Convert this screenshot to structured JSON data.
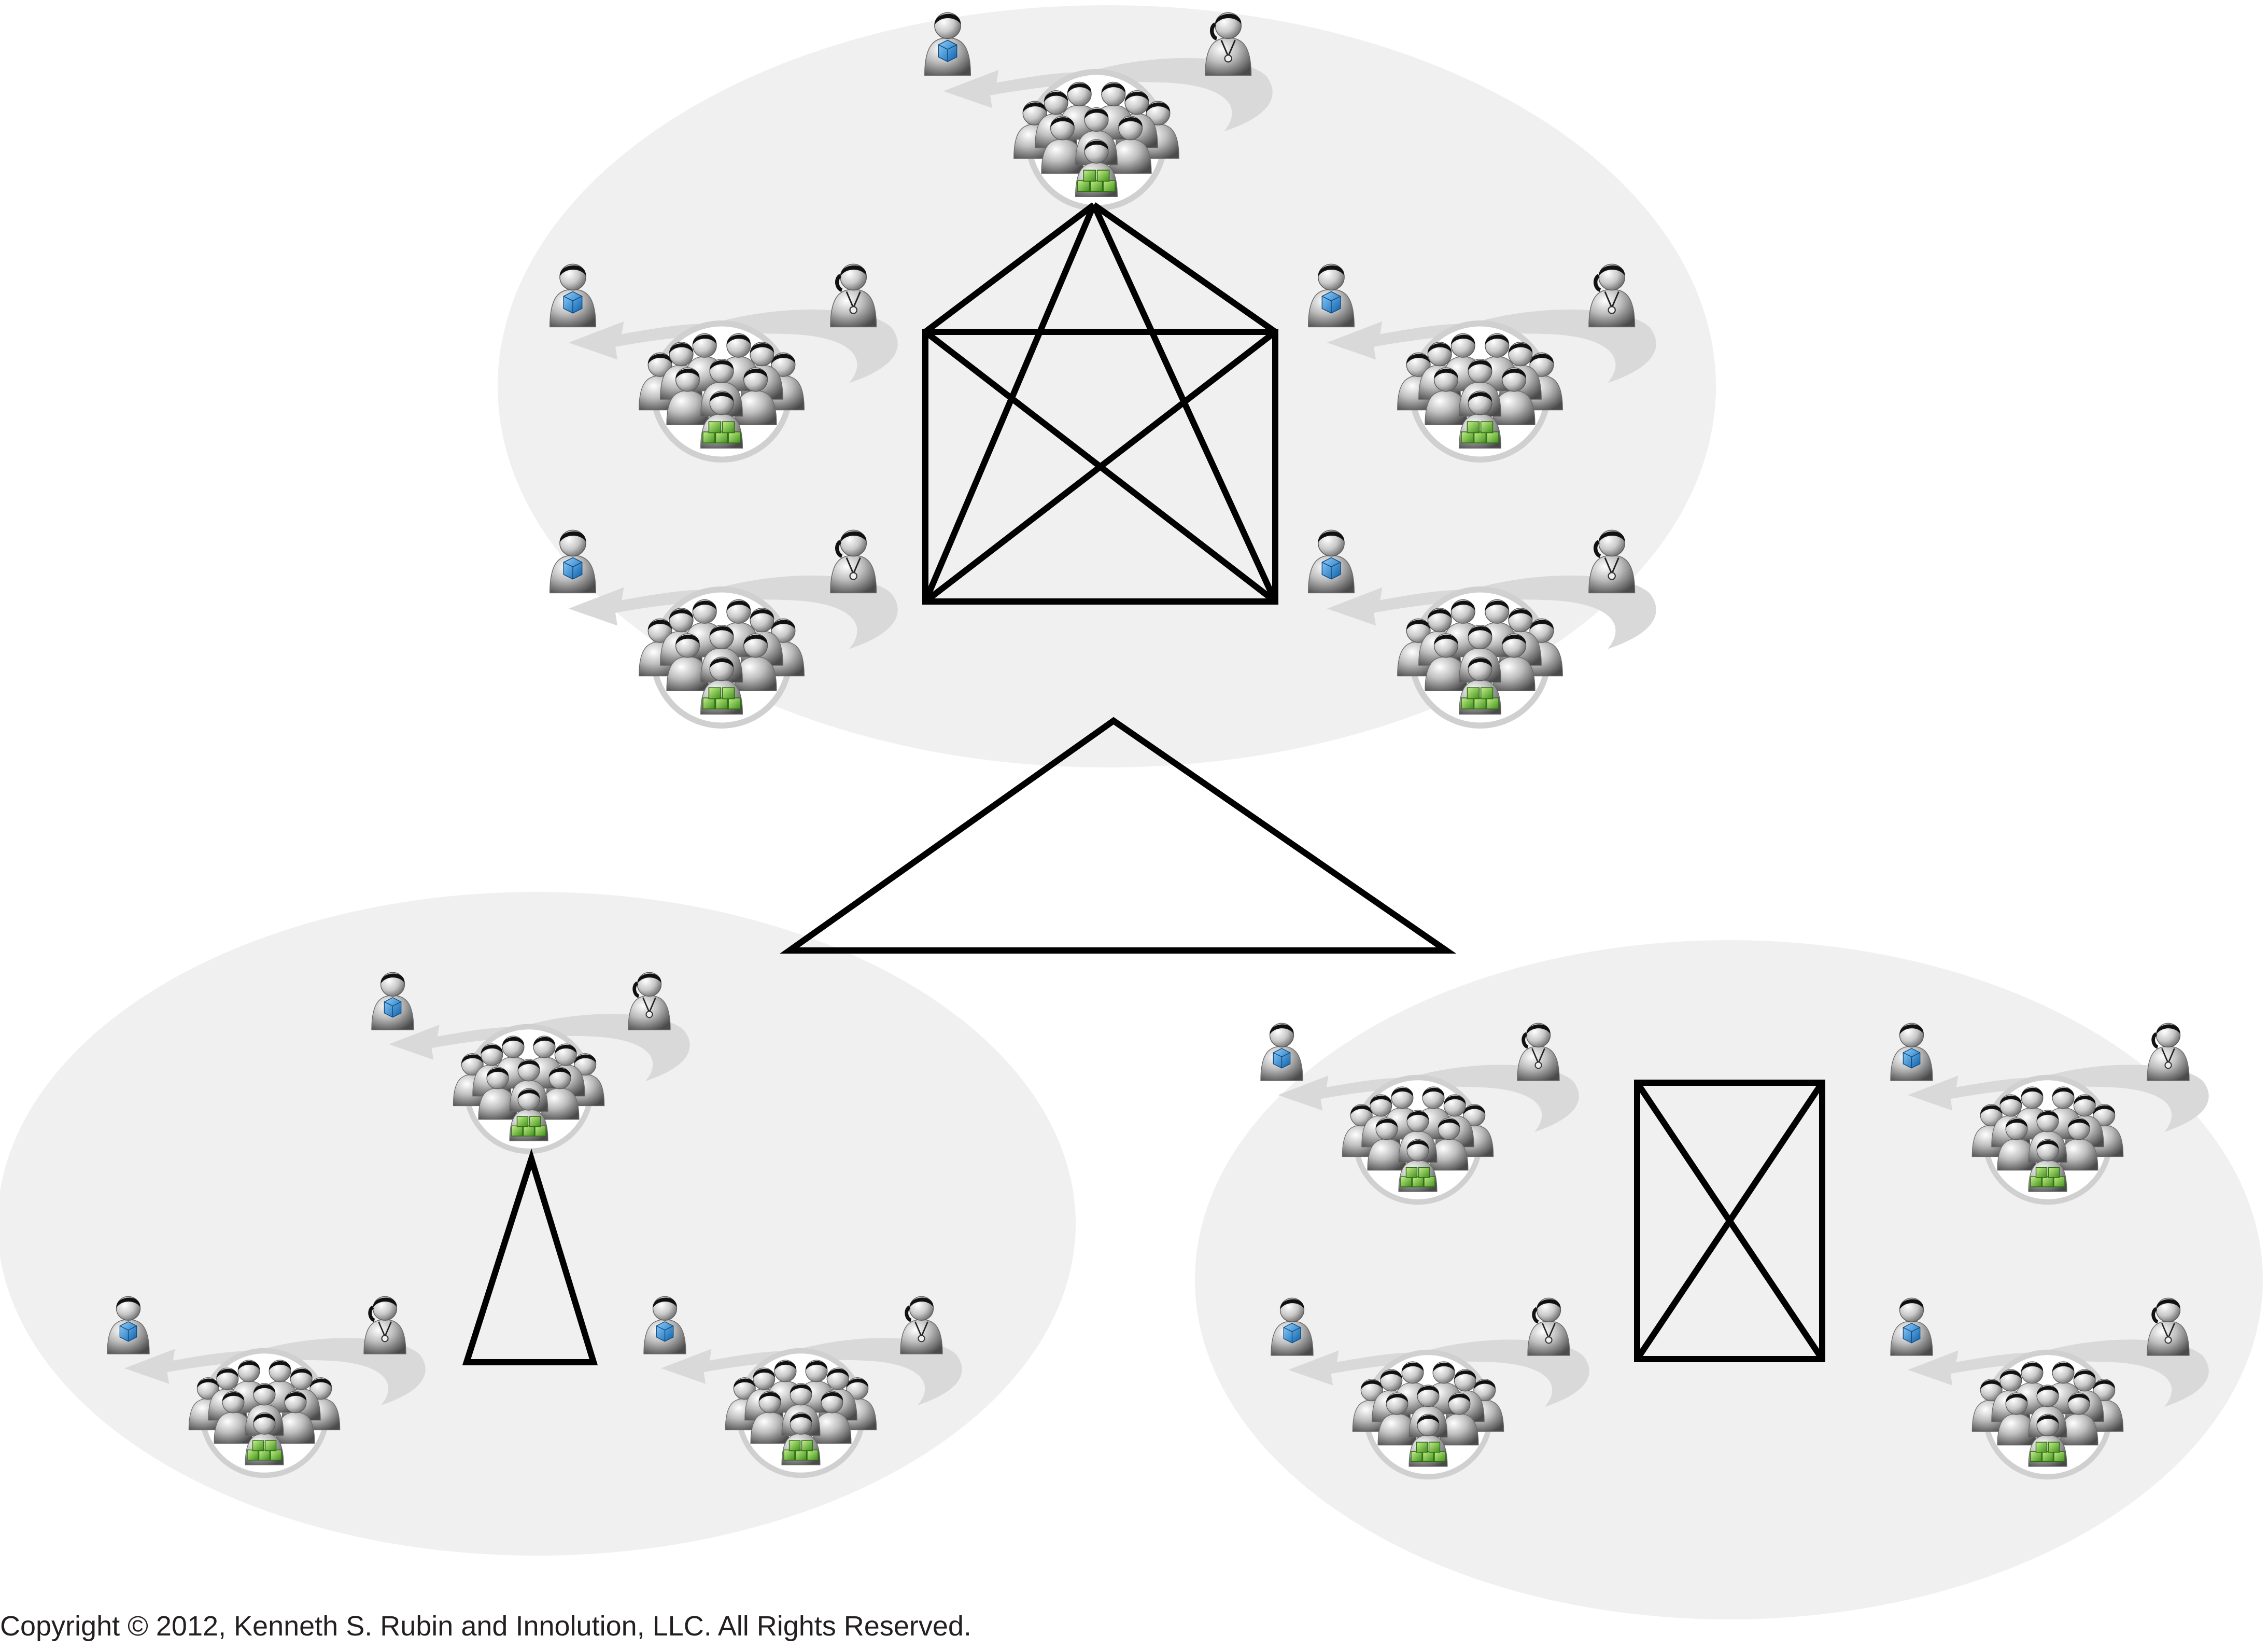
{
  "footer": {
    "copyright": "Copyright © 2012, Kenneth S. Rubin and Innolution, LLC. All Rights Reserved."
  },
  "colors": {
    "background": "#ffffff",
    "region_fill": "#f0f0f0",
    "arrow_fill": "#d9d9d9",
    "line": "#000000",
    "product_owner_cube": "#2f8fd6",
    "team_backlog_cubes": "#7cc242",
    "figure_body": "#b5b5b5",
    "hair": "#111111"
  },
  "icons": {
    "product_owner": "person-with-blue-cube-icon",
    "scrummaster": "person-with-whistle-icon",
    "development_team": "team-group-with-green-cubes-icon",
    "cycle": "curved-arrow-icon"
  },
  "diagram": {
    "top_cluster": {
      "team_count": 5,
      "connection_shape": "pentagon-with-all-diagonals"
    },
    "bottom_left_cluster": {
      "team_count": 3,
      "connection_shape": "triangle"
    },
    "bottom_right_cluster": {
      "team_count": 4,
      "connection_shape": "rectangle-with-diagonals"
    },
    "cluster_link": {
      "connection_shape": "triangle",
      "connects": 3
    }
  }
}
